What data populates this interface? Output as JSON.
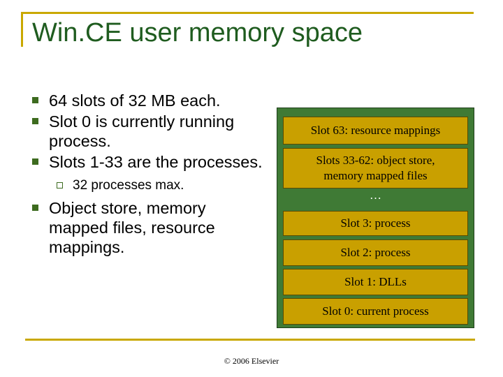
{
  "slide": {
    "title": "Win.CE user memory space",
    "bullets": [
      {
        "text": "64 slots of 32 MB each."
      },
      {
        "text": "Slot 0 is currently running process."
      },
      {
        "text": "Slots 1-33 are the processes."
      },
      {
        "sub": "32 processes max."
      },
      {
        "text": "Object store, memory mapped files, resource mappings."
      }
    ],
    "footer": "© 2006 Elsevier"
  },
  "memory_map": {
    "slot63": "Slot 63: resource mappings",
    "slots33_62_line1": "Slots 33-62: object store,",
    "slots33_62_line2": "memory mapped files",
    "ellipsis": "…",
    "slot3": "Slot 3: process",
    "slot2": "Slot 2: process",
    "slot1": "Slot 1: DLLs",
    "slot0": "Slot 0: current process"
  },
  "colors": {
    "title": "#1f5c1f",
    "accent_rule": "#c9a800",
    "slot_fill": "#c9a000",
    "map_background": "#3f7a35"
  }
}
